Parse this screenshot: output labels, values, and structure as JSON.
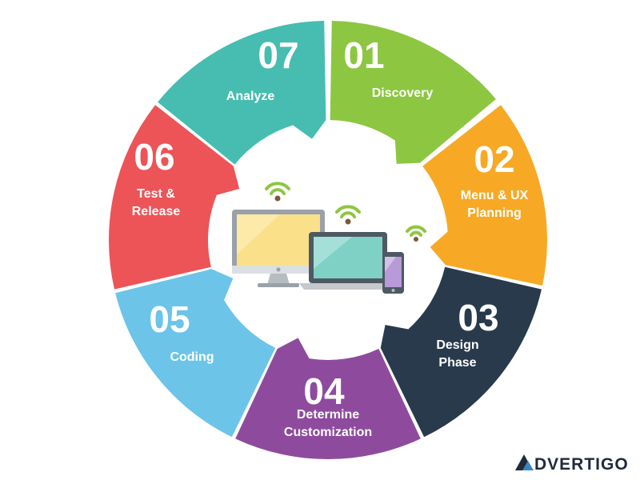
{
  "center_icon": "devices-wifi-icon",
  "brand": {
    "text": "DVERTIGO",
    "icon": "advertigo-logo-icon"
  },
  "segments": [
    {
      "key": "discovery",
      "number": "01",
      "label": [
        "Discovery"
      ],
      "color": "#8dc641"
    },
    {
      "key": "menu-ux",
      "number": "02",
      "label": [
        "Menu & UX",
        "Planning"
      ],
      "color": "#f7a925"
    },
    {
      "key": "design",
      "number": "03",
      "label": [
        "Design",
        "Phase"
      ],
      "color": "#283a4b"
    },
    {
      "key": "customization",
      "number": "04",
      "label": [
        "Determine",
        "Customization"
      ],
      "color": "#8e4b9e"
    },
    {
      "key": "coding",
      "number": "05",
      "label": [
        "Coding"
      ],
      "color": "#6cc4e9"
    },
    {
      "key": "test-release",
      "number": "06",
      "label": [
        "Test &",
        "Release"
      ],
      "color": "#ec5457"
    },
    {
      "key": "analyze",
      "number": "07",
      "label": [
        "Analyze"
      ],
      "color": "#46bdb0"
    }
  ]
}
